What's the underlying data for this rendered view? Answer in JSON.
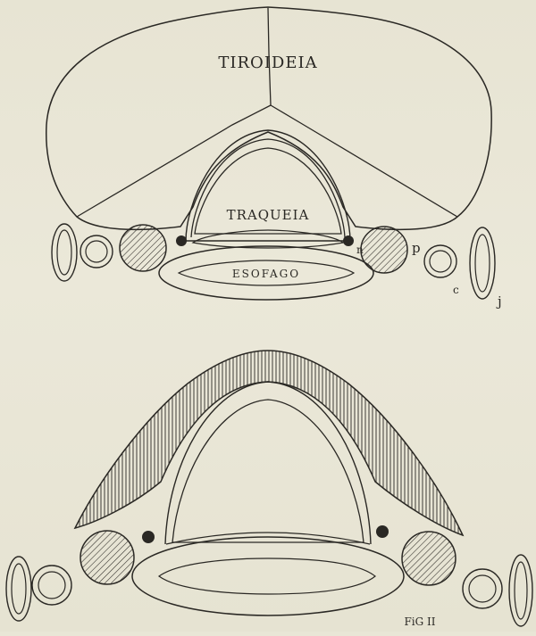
{
  "figure": {
    "caption": "FiG II",
    "ink_color": "#2a2824",
    "paper_color": "#e9e6d6",
    "labels": {
      "thyroid": "TIROIDEIA",
      "trachea": "TRAQUEIA",
      "esophagus": "ESOFAGO",
      "nerve": "n",
      "parathyroid": "p",
      "carotid": "c",
      "jugular": "j"
    }
  }
}
